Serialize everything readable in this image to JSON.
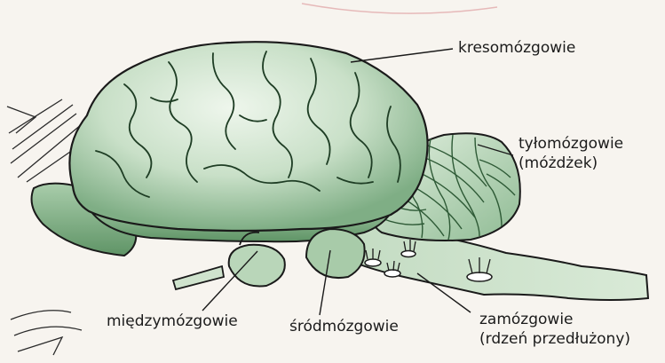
{
  "labels": {
    "kresomozgowie": "kresomózgowie",
    "tylomozgowie_line1": "tyłomózgowie",
    "tylomozgowie_line2": "(móżdżek)",
    "miedzymozgowie": "międzymózgowie",
    "srodmozgowie": "śródmózgowie",
    "zamozgowie_line1": "zamózgowie",
    "zamozgowie_line2": "(rdzeń przedłużony)"
  },
  "colors": {
    "background": "#f7f4ef",
    "brain_light": "#d7e8d6",
    "brain_mid": "#9ec3a0",
    "brain_dark": "#4f7f57",
    "outline": "#1a1a1a"
  }
}
